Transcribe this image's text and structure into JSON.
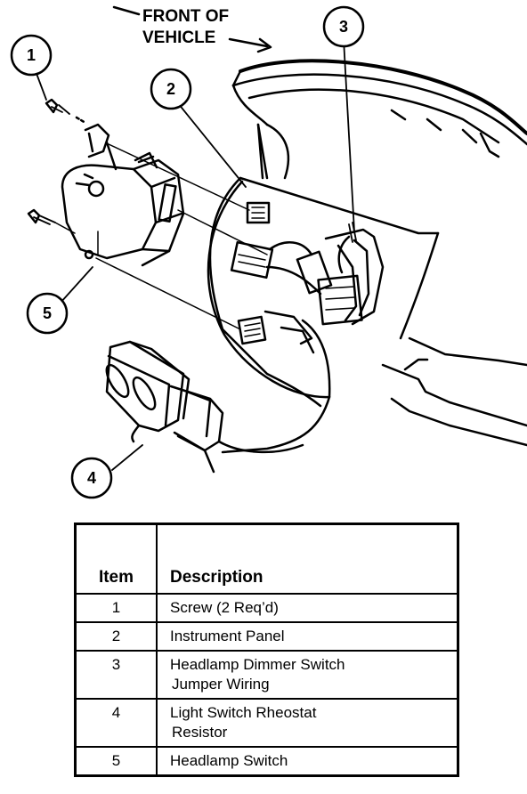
{
  "diagram": {
    "front_label_line1": "FRONT OF",
    "front_label_line2": "VEHICLE",
    "callouts": [
      "1",
      "2",
      "3",
      "4",
      "5"
    ]
  },
  "legend": {
    "header_item": "Item",
    "header_description": "Description",
    "rows": [
      {
        "item": "1",
        "description": [
          "Screw (2 Req’d)"
        ]
      },
      {
        "item": "2",
        "description": [
          "Instrument Panel"
        ]
      },
      {
        "item": "3",
        "description": [
          "Headlamp Dimmer Switch",
          "Jumper Wiring"
        ]
      },
      {
        "item": "4",
        "description": [
          "Light Switch Rheostat",
          "Resistor"
        ]
      },
      {
        "item": "5",
        "description": [
          "Headlamp Switch"
        ]
      }
    ]
  }
}
